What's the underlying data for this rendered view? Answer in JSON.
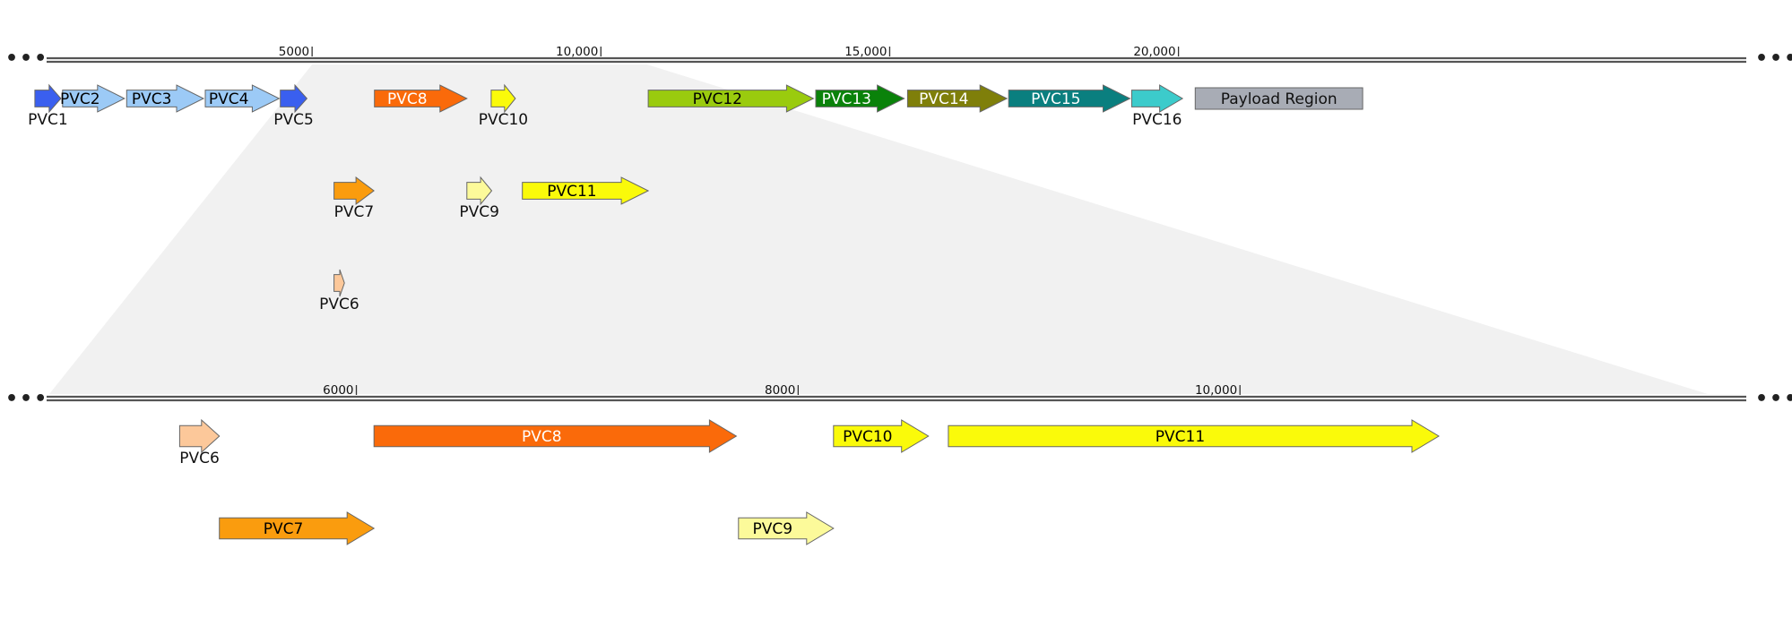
{
  "overview": {
    "ticks": [
      {
        "label": "5000",
        "pos": 5000
      },
      {
        "label": "10,000",
        "pos": 10000
      },
      {
        "label": "15,000",
        "pos": 15000
      },
      {
        "label": "20,000",
        "pos": 20000
      }
    ],
    "genes": [
      {
        "name": "PVC1",
        "start": 200,
        "end": 650,
        "color": "#3a5fef",
        "label_inside": false,
        "row": 0,
        "text_color": "#000000"
      },
      {
        "name": "PVC2",
        "start": 680,
        "end": 1750,
        "color": "#9ccaf6",
        "label_inside": true,
        "row": 0,
        "text_color": "#000000"
      },
      {
        "name": "PVC3",
        "start": 1790,
        "end": 3120,
        "color": "#9ccaf6",
        "label_inside": true,
        "row": 0,
        "text_color": "#000000"
      },
      {
        "name": "PVC4",
        "start": 3150,
        "end": 4430,
        "color": "#9ccaf6",
        "label_inside": true,
        "row": 0,
        "text_color": "#000000"
      },
      {
        "name": "PVC5",
        "start": 4450,
        "end": 4910,
        "color": "#3a5fef",
        "label_inside": false,
        "row": 0,
        "text_color": "#000000"
      },
      {
        "name": "PVC6",
        "start": 5380,
        "end": 5560,
        "color": "#fcc89a",
        "label_inside": false,
        "row": 2,
        "text_color": "#000000"
      },
      {
        "name": "PVC7",
        "start": 5380,
        "end": 6070,
        "color": "#fa9c0e",
        "label_inside": false,
        "row": 1,
        "text_color": "#000000"
      },
      {
        "name": "PVC8",
        "start": 6080,
        "end": 7680,
        "color": "#fa6a0a",
        "label_inside": true,
        "row": 0,
        "text_color": "#ffffff"
      },
      {
        "name": "PVC9",
        "start": 7680,
        "end": 8110,
        "color": "#fcfa9a",
        "label_inside": false,
        "row": 1,
        "text_color": "#000000"
      },
      {
        "name": "PVC10",
        "start": 8100,
        "end": 8520,
        "color": "#fafa0a",
        "label_inside": false,
        "row": 0,
        "text_color": "#000000"
      },
      {
        "name": "PVC11",
        "start": 8640,
        "end": 10820,
        "color": "#fafa0a",
        "label_inside": true,
        "row": 1,
        "text_color": "#000000"
      },
      {
        "name": "PVC12",
        "start": 10820,
        "end": 13680,
        "color": "#9acb0e",
        "label_inside": true,
        "row": 0,
        "text_color": "#000000"
      },
      {
        "name": "PVC13",
        "start": 13720,
        "end": 15250,
        "color": "#0a820a",
        "label_inside": true,
        "row": 0,
        "text_color": "#ffffff"
      },
      {
        "name": "PVC14",
        "start": 15310,
        "end": 17030,
        "color": "#7f7f0a",
        "label_inside": true,
        "row": 0,
        "text_color": "#ffffff"
      },
      {
        "name": "PVC15",
        "start": 17060,
        "end": 19160,
        "color": "#0a7f7f",
        "label_inside": true,
        "row": 0,
        "text_color": "#ffffff"
      },
      {
        "name": "PVC16",
        "start": 19190,
        "end": 20070,
        "color": "#3ccbcb",
        "label_inside": false,
        "row": 0,
        "text_color": "#000000"
      }
    ],
    "payload": {
      "name": "Payload Region",
      "start": 20290,
      "end": 23190,
      "color": "#a8acb5",
      "text_color": "#111111"
    }
  },
  "zoom": {
    "range_bp": [
      5000,
      10800
    ],
    "ticks": [
      {
        "label": "6000",
        "pos": 6000
      },
      {
        "label": "8000",
        "pos": 8000
      },
      {
        "label": "10,000",
        "pos": 10000
      }
    ],
    "genes": [
      {
        "name": "PVC6",
        "start": 5200,
        "end": 5380,
        "color": "#fcc89a",
        "label_inside": false,
        "row": 0,
        "text_color": "#000000"
      },
      {
        "name": "PVC7",
        "start": 5380,
        "end": 6080,
        "color": "#fa9c0e",
        "label_inside": true,
        "row": 1,
        "text_color": "#000000"
      },
      {
        "name": "PVC8",
        "start": 6080,
        "end": 7720,
        "color": "#fa6a0a",
        "label_inside": true,
        "row": 0,
        "text_color": "#ffffff"
      },
      {
        "name": "PVC9",
        "start": 7730,
        "end": 8160,
        "color": "#fcfa9a",
        "label_inside": true,
        "row": 1,
        "text_color": "#000000"
      },
      {
        "name": "PVC10",
        "start": 8160,
        "end": 8590,
        "color": "#fafa0a",
        "label_inside": true,
        "row": 0,
        "text_color": "#000000"
      },
      {
        "name": "PVC11",
        "start": 8680,
        "end": 10900,
        "color": "#fafa0a",
        "label_inside": true,
        "row": 0,
        "text_color": "#000000"
      }
    ]
  }
}
